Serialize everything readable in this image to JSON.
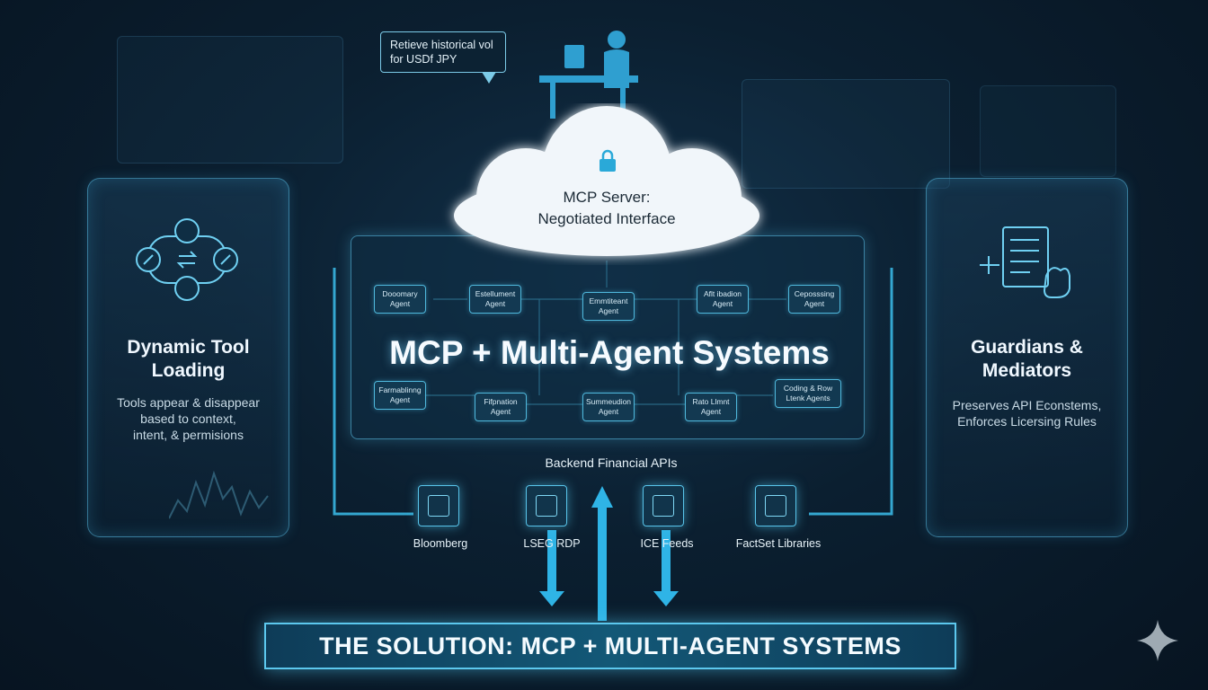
{
  "speech_bubble": {
    "line1": "Retieve historical vol",
    "line2": "for USDf JPY"
  },
  "cloud": {
    "line1": "MCP Server:",
    "line2": "Negotiated Interface",
    "lock_icon": "lock-icon"
  },
  "main_title": "MCP + Multi-Agent Systems",
  "agents_top": [
    {
      "l1": "Dooomary",
      "l2": "Agent"
    },
    {
      "l1": "Estellument",
      "l2": "Agent"
    },
    {
      "l1": "Emmtiteant",
      "l2": "Agent"
    },
    {
      "l1": "Aflt ibadion",
      "l2": "Agent"
    },
    {
      "l1": "Ceposssing",
      "l2": "Agent"
    }
  ],
  "agents_bottom": [
    {
      "l1": "Farmablinng",
      "l2": "Agent"
    },
    {
      "l1": "Fifpnation",
      "l2": "Agent"
    },
    {
      "l1": "Summeudion",
      "l2": "Agent"
    },
    {
      "l1": "Rato Llmnt",
      "l2": "Agent"
    },
    {
      "l1": "Coding & Row",
      "l2": "Ltenk Agents"
    }
  ],
  "left_panel": {
    "title_l1": "Dynamic Tool",
    "title_l2": "Loading",
    "desc_l1": "Tools appear & disappear",
    "desc_l2": "based to context,",
    "desc_l3": "intent, & permisions"
  },
  "right_panel": {
    "title_l1": "Guardians &",
    "title_l2": "Mediators",
    "desc_l1": "Preserves API Econstems,",
    "desc_l2": "Enforces Licersing Rules"
  },
  "backend_label": "Backend Financial APIs",
  "apis": [
    "Bloomberg",
    "LSEG RDP",
    "ICE Feeds",
    "FactSet Libraries"
  ],
  "banner": "THE SOLUTION: MCP + MULTI-AGENT SYSTEMS",
  "colors": {
    "accent": "#4fc3ea",
    "background": "#0b1f30",
    "cloud": "#f1f6fa"
  }
}
